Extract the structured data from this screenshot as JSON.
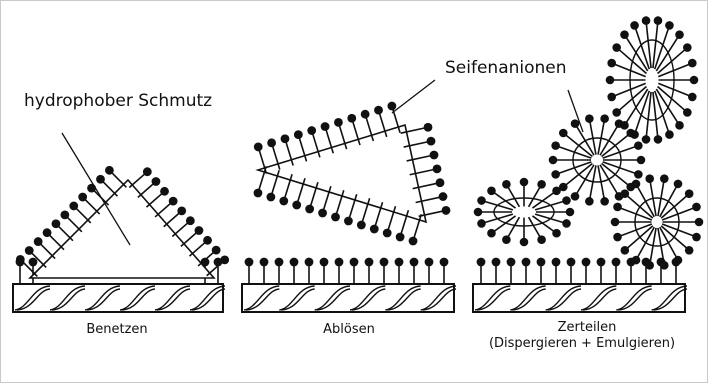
{
  "labels": {
    "dirt": "hydrophober Schmutz",
    "anions": "Seifenanionen"
  },
  "stages": [
    {
      "caption": "Benetzen",
      "caption2": ""
    },
    {
      "caption": "Ablösen",
      "caption2": ""
    },
    {
      "caption": "Zerteilen",
      "caption2": "(Dispergieren + Emulgieren)"
    }
  ],
  "colors": {
    "ink": "#111111",
    "background": "#ffffff",
    "frame": "#c9c9c9"
  }
}
